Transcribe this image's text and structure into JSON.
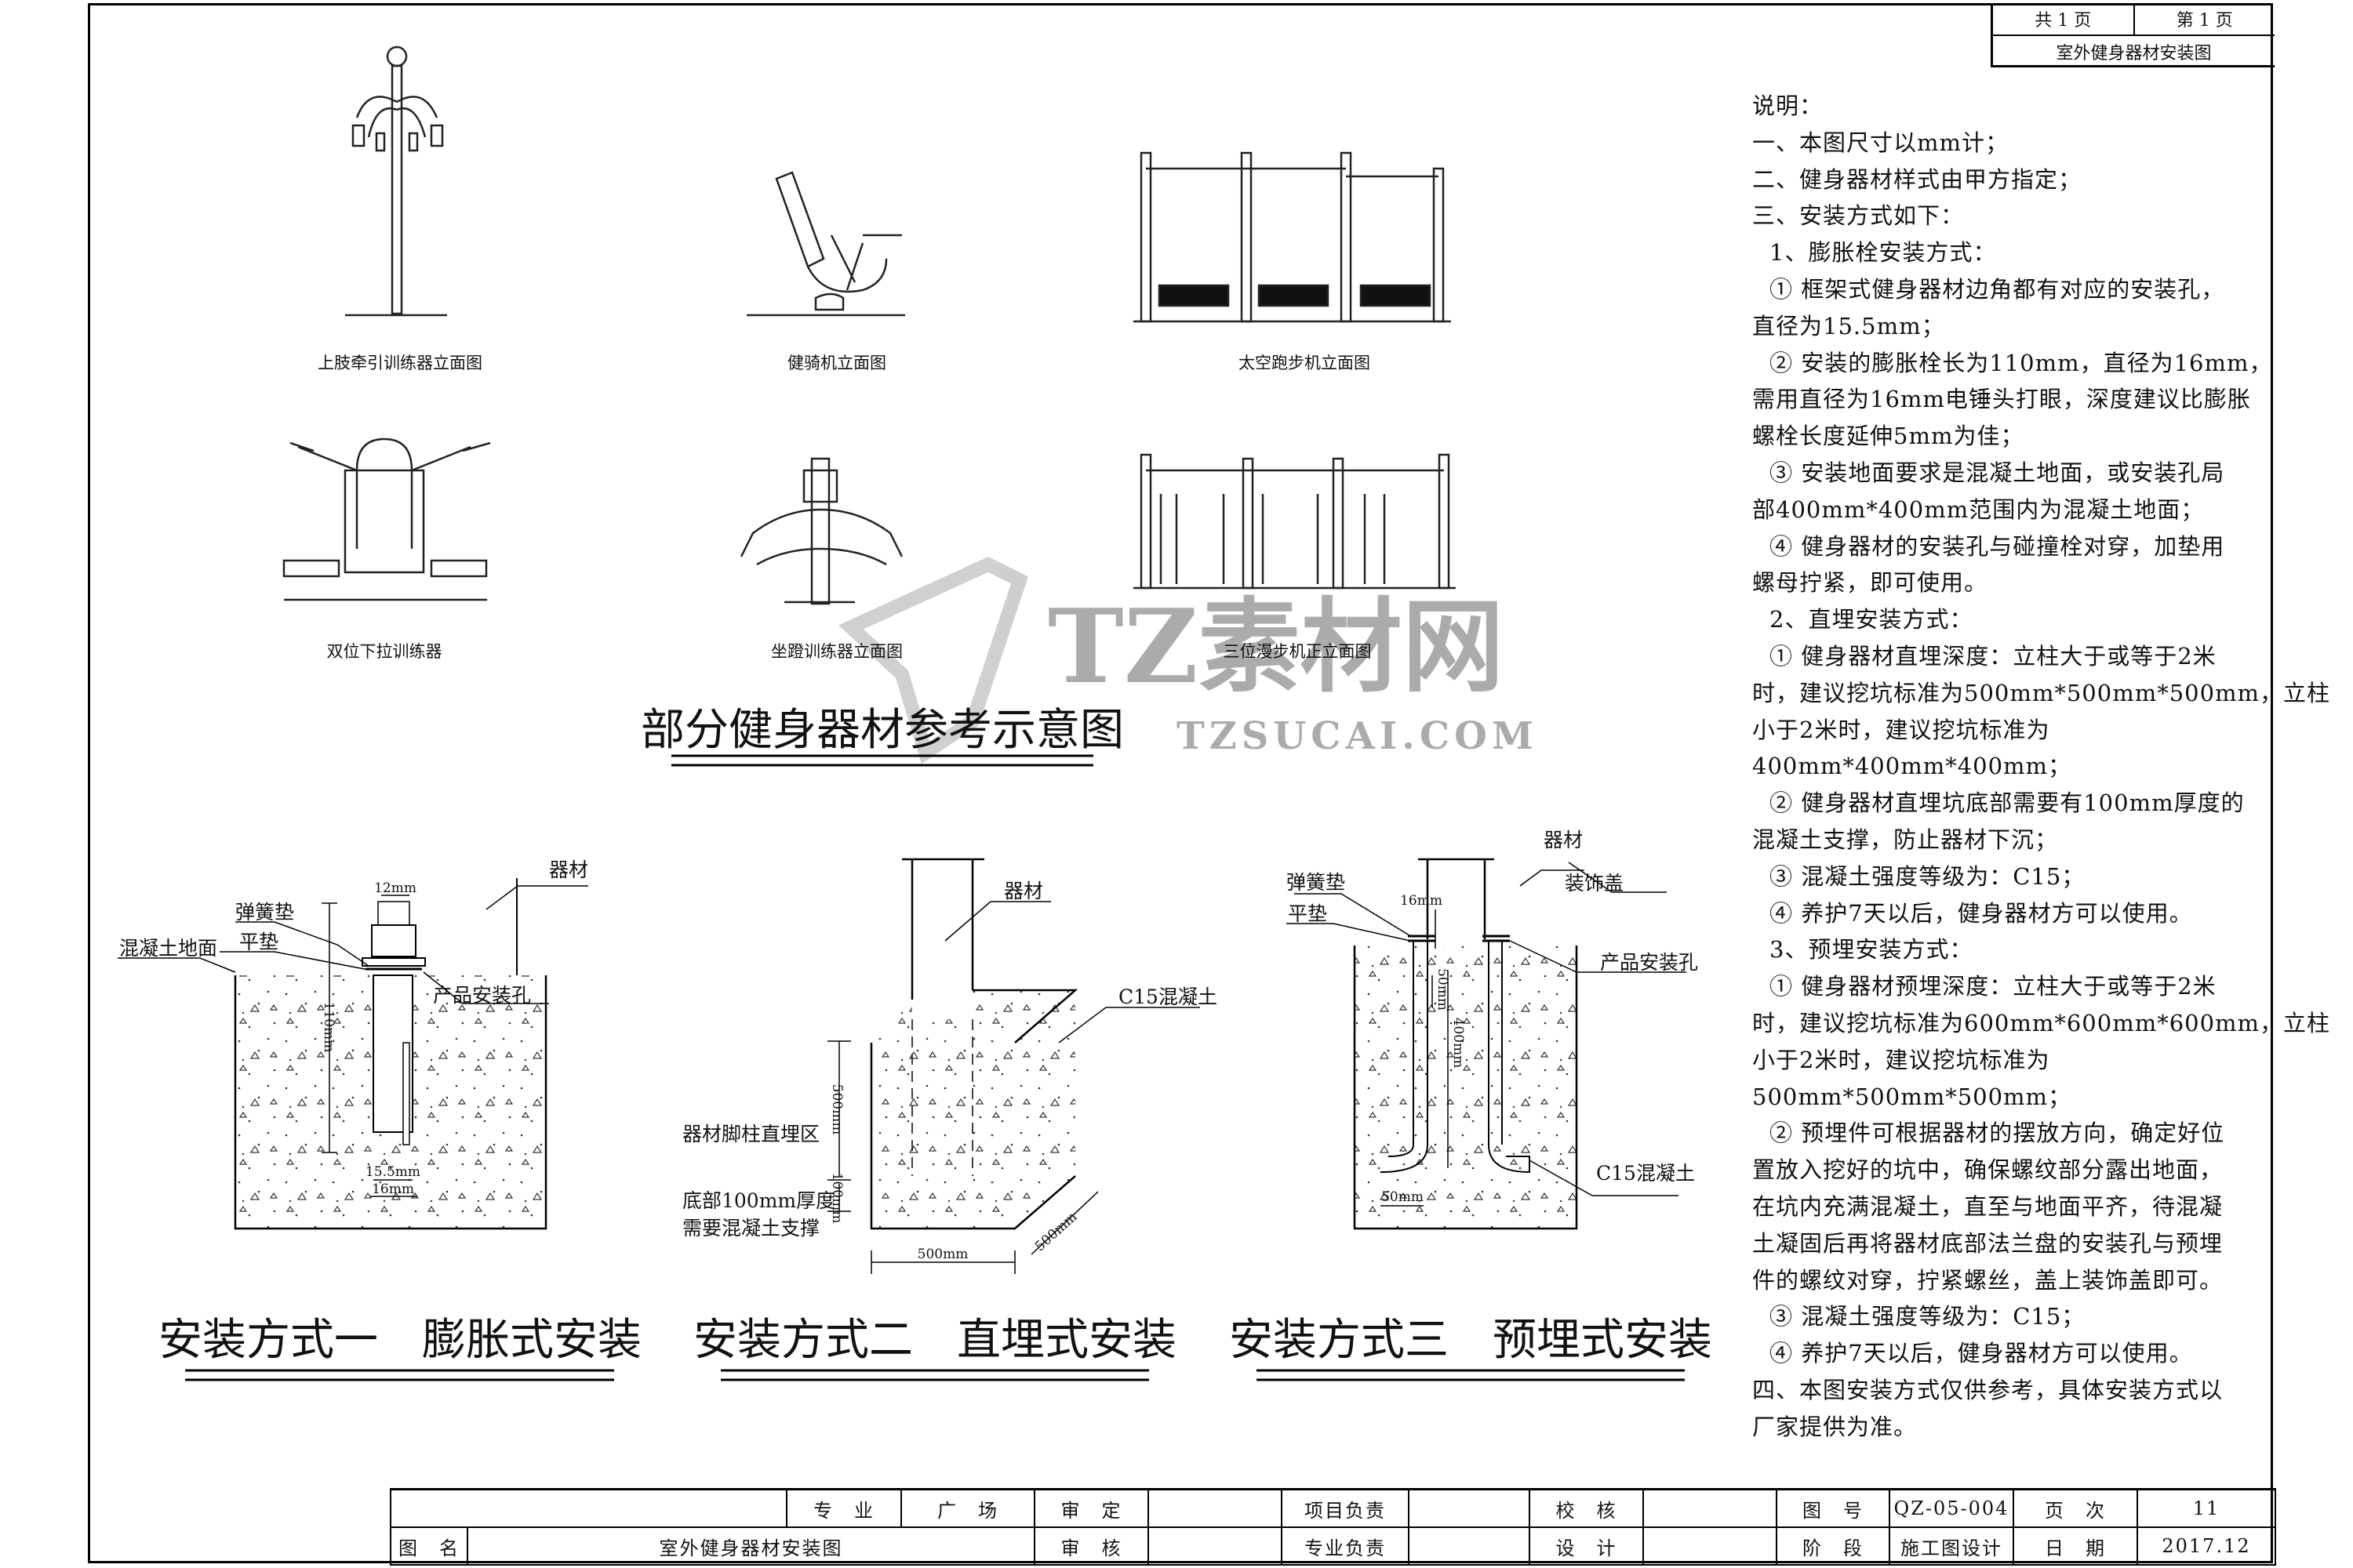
{
  "sheet": {
    "total_pages": "共 1 页",
    "page_no": "第 1 页",
    "drawing_title": "室外健身器材安装图"
  },
  "equipment": {
    "heading": "部分健身器材参考示意图",
    "items": [
      {
        "caption": "上肢牵引训练器立面图"
      },
      {
        "caption": "健骑机立面图"
      },
      {
        "caption": "太空跑步机立面图"
      },
      {
        "caption": "双位下拉训练器"
      },
      {
        "caption": "坐蹬训练器立面图"
      },
      {
        "caption": "三位漫步机正立面图"
      }
    ]
  },
  "details": {
    "method1": {
      "title": "安装方式一　膨胀式安装",
      "labels": {
        "equipment": "器材",
        "spring_washer": "弹簧垫",
        "flat_washer": "平垫",
        "concrete_ground": "混凝土地面",
        "mount_hole": "产品安装孔"
      },
      "dims": {
        "nut": "12mm",
        "bolt_len": "110mm",
        "hole": "15.5mm",
        "drill": "16mm"
      }
    },
    "method2": {
      "title": "安装方式二　直埋式安装",
      "labels": {
        "equipment": "器材",
        "concrete": "C15混凝土",
        "embed_zone": "器材脚柱直埋区",
        "bottom_1": "底部100mm厚度",
        "bottom_2": "需要混凝土支撑"
      },
      "dims": {
        "depth": "500mm",
        "base": "100mm",
        "width": "500mm",
        "length": "500mm"
      }
    },
    "method3": {
      "title": "安装方式三　预埋式安装",
      "labels": {
        "equipment": "器材",
        "cover": "装饰盖",
        "spring_washer": "弹簧垫",
        "flat_washer": "平垫",
        "mount_hole": "产品安装孔",
        "concrete": "C15混凝土"
      },
      "dims": {
        "bolt_dia": "16mm",
        "thread": "50mm",
        "embed": "400mm",
        "hook": "50mm"
      }
    }
  },
  "notes": [
    {
      "text": "说明：",
      "indent": false
    },
    {
      "text": "一、本图尺寸以mm计；",
      "indent": false
    },
    {
      "text": "二、健身器材样式由甲方指定；",
      "indent": false
    },
    {
      "text": "三、安装方式如下：",
      "indent": false
    },
    {
      "text": "1、膨胀栓安装方式：",
      "indent": true
    },
    {
      "text": "① 框架式健身器材边角都有对应的安装孔，",
      "indent": true
    },
    {
      "text": "直径为15.5mm；",
      "indent": false
    },
    {
      "text": "② 安装的膨胀栓长为110mm，直径为16mm，",
      "indent": true
    },
    {
      "text": "需用直径为16mm电锤头打眼，深度建议比膨胀",
      "indent": false
    },
    {
      "text": "螺栓长度延伸5mm为佳；",
      "indent": false
    },
    {
      "text": "③ 安装地面要求是混凝土地面，或安装孔局",
      "indent": true
    },
    {
      "text": "部400mm*400mm范围内为混凝土地面；",
      "indent": false
    },
    {
      "text": "④ 健身器材的安装孔与碰撞栓对穿，加垫用",
      "indent": true
    },
    {
      "text": "螺母拧紧，即可使用。",
      "indent": false
    },
    {
      "text": "2、直埋安装方式：",
      "indent": true
    },
    {
      "text": "① 健身器材直埋深度：立柱大于或等于2米",
      "indent": true
    },
    {
      "text": "时，建议挖坑标准为500mm*500mm*500mm，立柱",
      "indent": false
    },
    {
      "text": "小于2米时，建议挖坑标准为",
      "indent": false
    },
    {
      "text": "400mm*400mm*400mm；",
      "indent": false
    },
    {
      "text": "② 健身器材直埋坑底部需要有100mm厚度的",
      "indent": true
    },
    {
      "text": "混凝土支撑，防止器材下沉；",
      "indent": false
    },
    {
      "text": "③ 混凝土强度等级为：C15；",
      "indent": true
    },
    {
      "text": "④ 养护7天以后，健身器材方可以使用。",
      "indent": true
    },
    {
      "text": "3、预埋安装方式：",
      "indent": true
    },
    {
      "text": "① 健身器材预埋深度：立柱大于或等于2米",
      "indent": true
    },
    {
      "text": "时，建议挖坑标准为600mm*600mm*600mm，立柱",
      "indent": false
    },
    {
      "text": "小于2米时，建议挖坑标准为",
      "indent": false
    },
    {
      "text": "500mm*500mm*500mm；",
      "indent": false
    },
    {
      "text": "② 预埋件可根据器材的摆放方向，确定好位",
      "indent": true
    },
    {
      "text": "置放入挖好的坑中，确保螺纹部分露出地面，",
      "indent": false
    },
    {
      "text": "在坑内充满混凝土，直至与地面平齐，待混凝",
      "indent": false
    },
    {
      "text": "土凝固后再将器材底部法兰盘的安装孔与预埋",
      "indent": false
    },
    {
      "text": "件的螺纹对穿，拧紧螺丝，盖上装饰盖即可。",
      "indent": false
    },
    {
      "text": "③ 混凝土强度等级为：C15；",
      "indent": true
    },
    {
      "text": "④ 养护7天以后，健身器材方可以使用。",
      "indent": true
    },
    {
      "text": "四、本图安装方式仅供参考，具体安装方式以",
      "indent": false
    },
    {
      "text": "厂家提供为准。",
      "indent": false
    }
  ],
  "title_block": {
    "discipline_label": "专　业",
    "discipline": "广　场",
    "approve_label": "审　定",
    "project_lead_label": "项目负责",
    "check_label": "校　核",
    "drawing_no_label": "图　号",
    "drawing_no": "QZ-05-004",
    "page_label": "页　次",
    "page": "11",
    "name_label": "图　名",
    "name": "室外健身器材安装图",
    "review_label": "审　核",
    "discipline_lead_label": "专业负责",
    "design_label": "设　计",
    "stage_label": "阶　段",
    "stage": "施工图设计",
    "date_label": "日　期",
    "date": "2017.12"
  },
  "watermark": {
    "logo": "TZ素材网",
    "url": "TZSUCAI.COM"
  }
}
